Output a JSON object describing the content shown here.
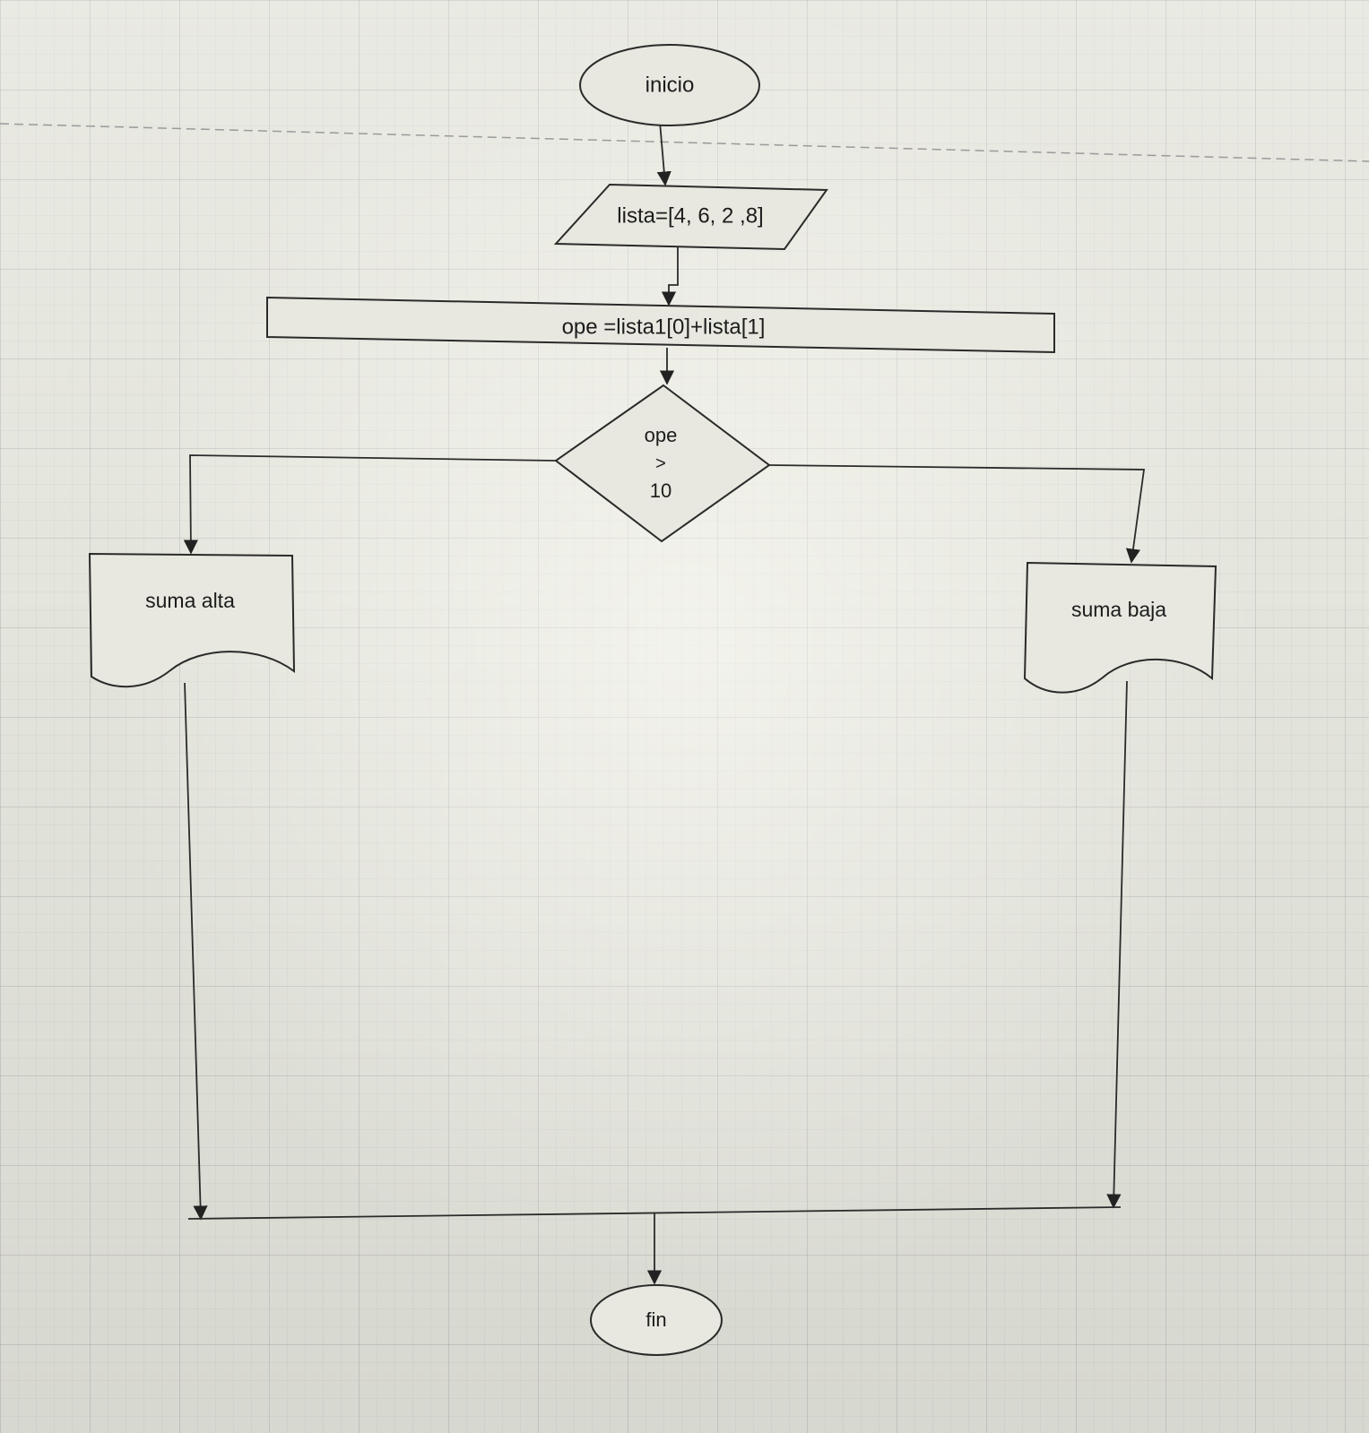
{
  "diagram": {
    "type": "flowchart",
    "nodes": {
      "start": {
        "shape": "terminator",
        "label": "inicio"
      },
      "input": {
        "shape": "parallelogram",
        "label": "lista=[4, 6, 2 ,8]"
      },
      "process": {
        "shape": "rectangle",
        "label": "ope =lista1[0]+lista[1]"
      },
      "decision": {
        "shape": "diamond",
        "line1": "ope",
        "line2": ">",
        "line3": "10"
      },
      "output_left": {
        "shape": "document",
        "label": "suma alta"
      },
      "output_right": {
        "shape": "document",
        "label": "suma baja"
      },
      "end": {
        "shape": "terminator",
        "label": "fin"
      }
    },
    "edges": [
      {
        "from": "start",
        "to": "input"
      },
      {
        "from": "input",
        "to": "process"
      },
      {
        "from": "process",
        "to": "decision"
      },
      {
        "from": "decision",
        "to": "output_left"
      },
      {
        "from": "decision",
        "to": "output_right"
      },
      {
        "from": "output_left",
        "to": "end"
      },
      {
        "from": "output_right",
        "to": "end"
      }
    ]
  }
}
